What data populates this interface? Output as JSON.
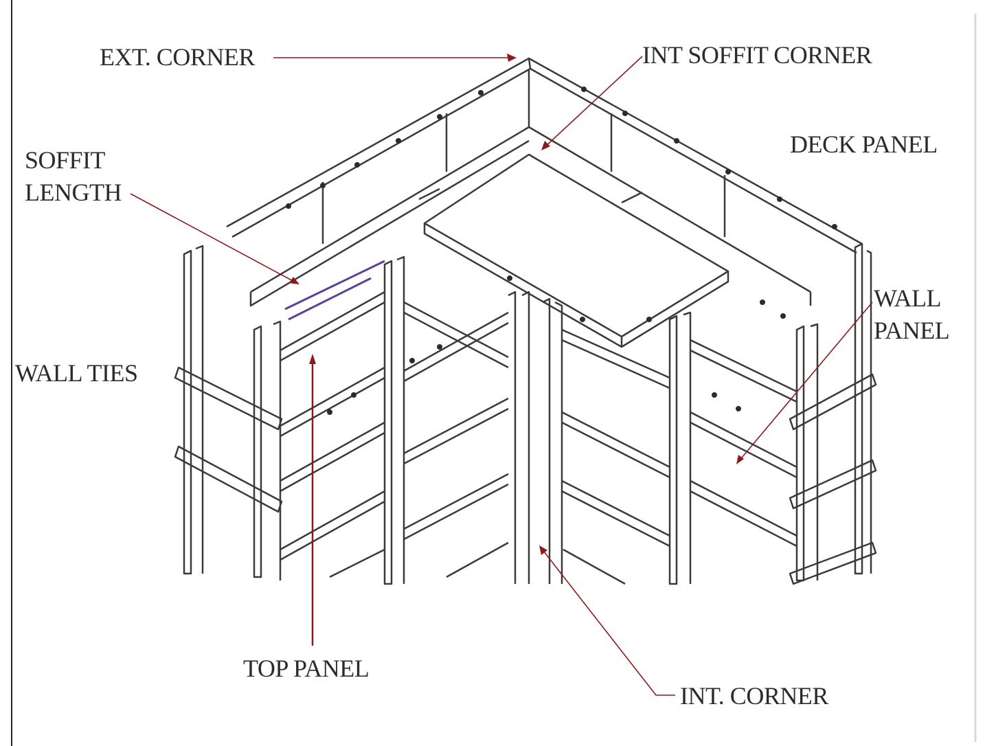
{
  "labels": {
    "ext_corner": "EXT. CORNER",
    "int_soffit_corner": "INT SOFFIT CORNER",
    "deck_panel": "DECK PANEL",
    "soffit_length_line1": "SOFFIT",
    "soffit_length_line2": "LENGTH",
    "wall_ties": "WALL TIES",
    "wall_panel_line1": "WALL",
    "wall_panel_line2": "PANEL",
    "top_panel": "TOP PANEL",
    "int_corner": "INT. CORNER"
  },
  "colors": {
    "line": "#3a3a3a",
    "leader": "#8b1a1a",
    "accent": "#5a3f9a"
  }
}
